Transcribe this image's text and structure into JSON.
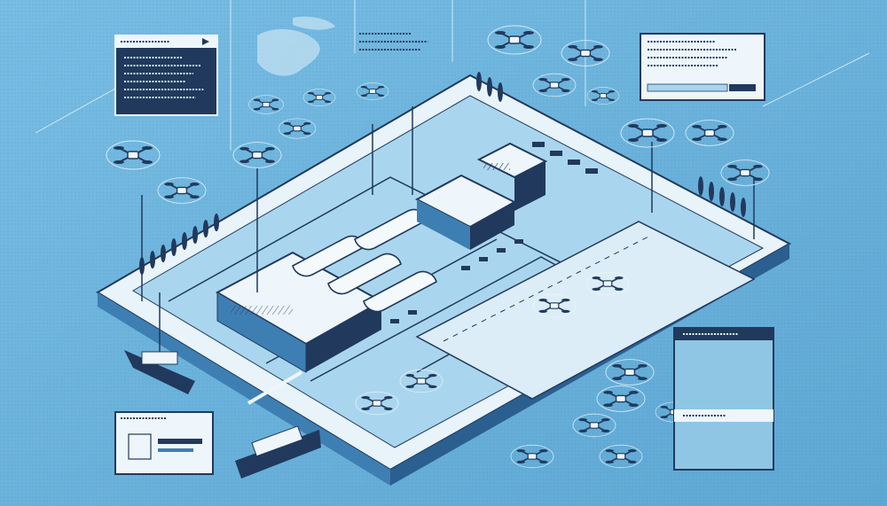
{
  "scene": {
    "palette": {
      "sky": "#6fb6dc",
      "deep": "#21395c",
      "mid": "#3e7fb3",
      "paper": "#eef6fb",
      "ground": "#a9d6ee"
    },
    "panels": [
      {
        "id": "top-left-panel",
        "style": "dark",
        "has_arrow_icon": true
      },
      {
        "id": "top-right-panel",
        "style": "light",
        "has_input_bar": true
      },
      {
        "id": "bottom-left-panel",
        "style": "light",
        "has_card_icon": true
      },
      {
        "id": "bottom-right-panel",
        "style": "dark-header",
        "has_drone_preview": true
      }
    ],
    "icons": [
      "drone-icon",
      "ship-icon",
      "warehouse-icon",
      "arrow-icon"
    ]
  }
}
